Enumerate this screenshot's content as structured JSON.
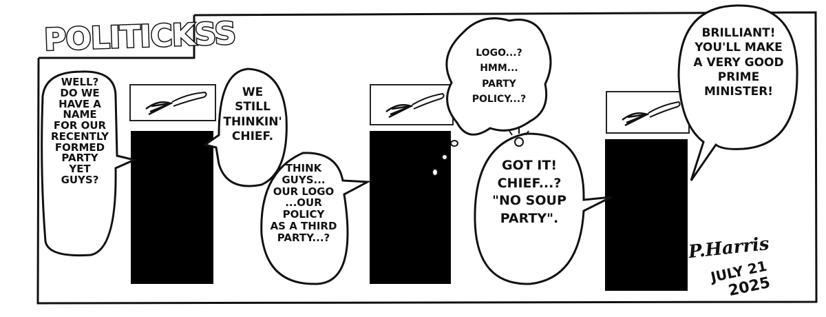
{
  "comic": {
    "title": "POLITICKSS",
    "bubbles": {
      "b1": "WELL?\nDO WE\nHAVE A\nNAME\nFOR OUR\nRECENTLY\nFORMED\nPARTY\nYET\nGUYS?",
      "b2": "WE\nSTILL\nTHINKIN'\nCHIEF.",
      "b3": "THINK\nGUYS...\nOUR LOGO\n...OUR\nPOLICY\nAS A THIRD\nPARTY...?",
      "b4": "LOGO...?\nHMM...\nPARTY\nPOLICY...?",
      "b5": "GOT IT!\nCHIEF...?\n\"NO SOUP\nPARTY\".",
      "b6": "BRILLIANT!\nYOU'LL MAKE\nA VERY GOOD\nPRIME\nMINISTER!"
    },
    "signature": "P.Harris",
    "date_line1": "JULY 21",
    "date_line2": "2025"
  }
}
